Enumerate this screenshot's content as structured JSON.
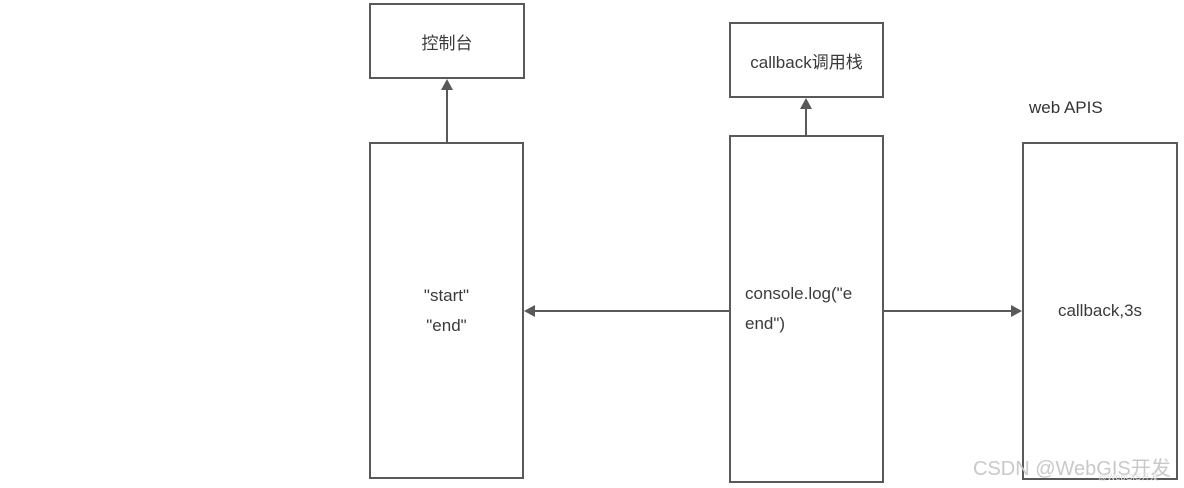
{
  "colors": {
    "border": "#595959",
    "text": "#3b3b3b",
    "watermark": "#c9c9c9",
    "background": "#ffffff"
  },
  "boxes": {
    "console": {
      "label": "控制台"
    },
    "callback_stack": {
      "label": "callback调用栈"
    },
    "console_output": {
      "line1": "\"start\"",
      "line2": "\"end\""
    },
    "call_stack_frame": {
      "line1": "console.log(\"e",
      "line2": "end\")"
    },
    "web_api": {
      "label": "callback,3s"
    }
  },
  "labels": {
    "web_apis": "web APIS"
  },
  "watermark": {
    "main": "CSDN @WebGIS开发",
    "sub": "@WebGIS开发"
  }
}
